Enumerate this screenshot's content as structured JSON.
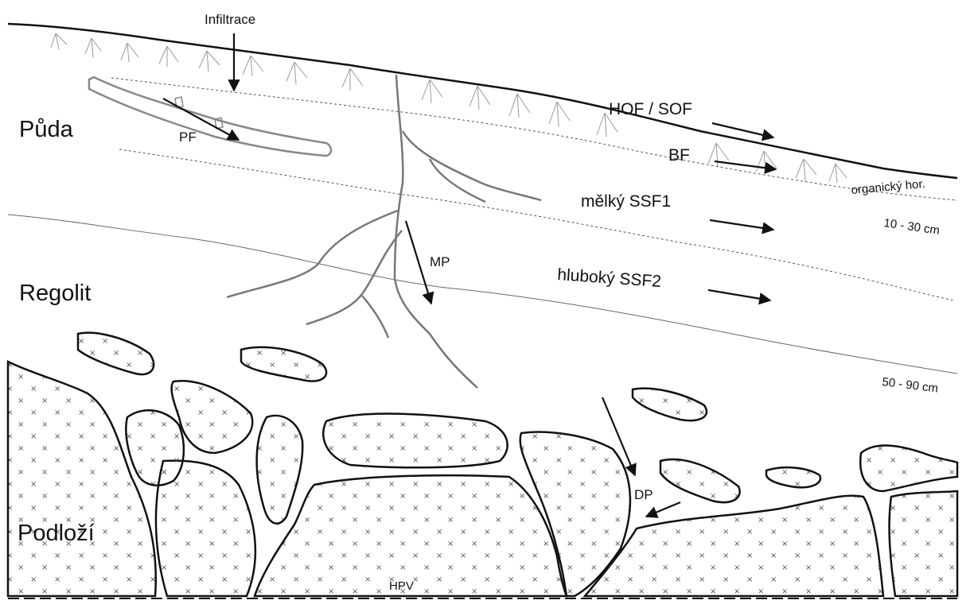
{
  "zones": {
    "soil": "Půda",
    "regolith": "Regolit",
    "bedrock": "Podloží"
  },
  "processes": {
    "infiltration": "Infiltrace",
    "overland_flow": "HOF / SOF",
    "bypass_flow": "BF",
    "shallow_ssf": "mělký SSF1",
    "deep_ssf": "hluboký SSF2",
    "pipe_flow": "PF",
    "macropore": "MP",
    "deep_percolation": "DP"
  },
  "depths": {
    "organic_horizon": "organický hor.",
    "shallow_depth": "10 - 30 cm",
    "deep_depth": "50 - 90 cm"
  },
  "groundwater": "HPV"
}
